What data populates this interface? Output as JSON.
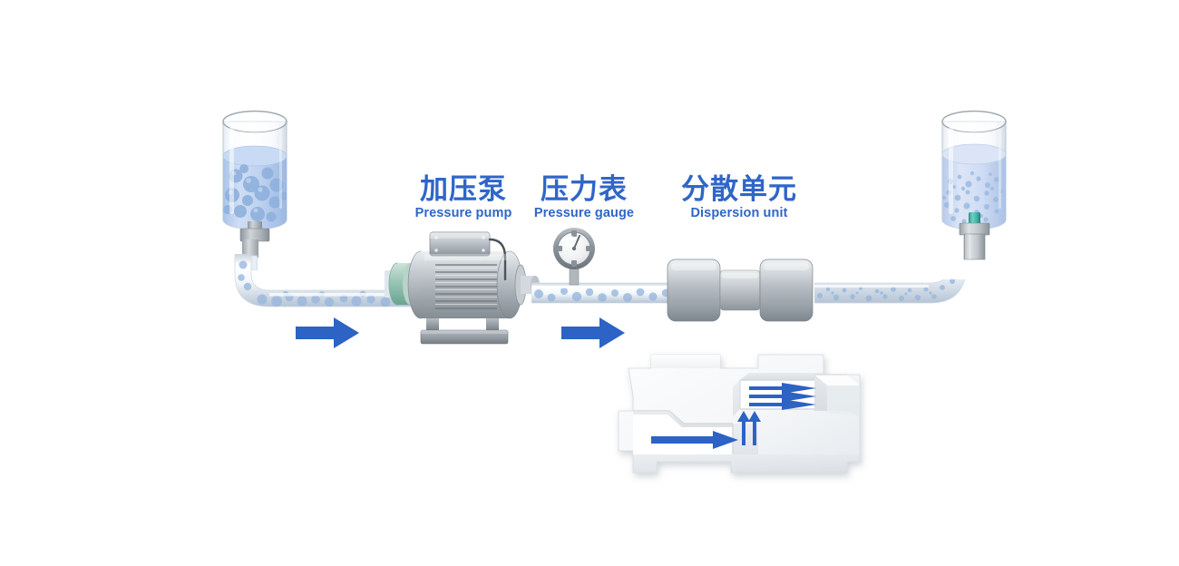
{
  "diagram": {
    "title_cn": "加压泵",
    "background_color": "#ffffff",
    "accent_blue": "#2f66c8",
    "arrow_blue": "#2c63c4",
    "particle_blue": "#8fb4e0",
    "liquid_blue": "#b9cfee",
    "metal_gray": "#b7bdc2",
    "teal": "#3fb8a8"
  },
  "labels": [
    {
      "id": "pressure-pump",
      "cn": "加压泵",
      "en": "Pressure pump",
      "color": "#2f66c8"
    },
    {
      "id": "pressure-gauge",
      "cn": "压力表",
      "en": "Pressure gauge",
      "color": "#2f66c8"
    },
    {
      "id": "dispersion-unit",
      "cn": "分散单元",
      "en": "Dispersion unit",
      "color": "#2f66c8"
    }
  ],
  "components": {
    "inlet_vessel": {
      "name": "inlet-vessel",
      "description": "glass cylinder with coarse blue droplets",
      "fitting_color": "#a8aeb3",
      "particle_size": "coarse"
    },
    "outlet_vessel": {
      "name": "outlet-vessel",
      "description": "glass cylinder with fine dispersed blue droplets",
      "fitting_color": "#3fb8a8",
      "particle_size": "fine"
    },
    "pump": {
      "name": "pressure-pump-motor",
      "description": "electric motor with cooling fins and junction box"
    },
    "gauge": {
      "name": "pressure-gauge-dial",
      "description": "round analog dial with needle"
    },
    "dispersion_unit": {
      "name": "dispersion-unit-body",
      "description": "two cylindrical chambers joined by narrow neck"
    },
    "cutaway": {
      "name": "dispersion-unit-cutaway",
      "description": "sectioned internal flow path with inlet, riser and three outlet jets",
      "inlet_arrows": 1,
      "riser_arrows": 2,
      "outlet_arrows": 3
    }
  },
  "flow_arrows": [
    {
      "id": "flow-arrow-inlet",
      "direction": "right"
    },
    {
      "id": "flow-arrow-outlet",
      "direction": "right"
    }
  ]
}
